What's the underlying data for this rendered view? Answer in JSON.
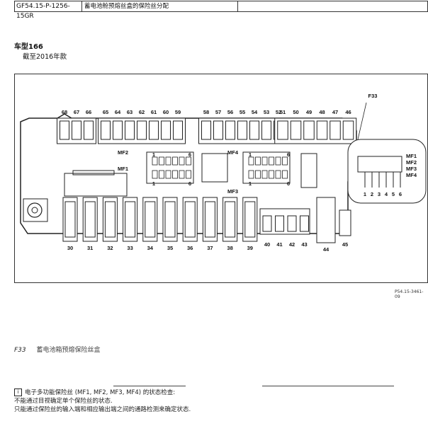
{
  "header": {
    "doc_code": "GF54.15-P-1256-15GR",
    "title": "蓄电池舱预熔丝盒的保险丝分配"
  },
  "vehicle": {
    "model": "车型166",
    "production": "截至2016年款"
  },
  "diagram": {
    "component_label": "F33",
    "figure_ref": "P54.15-3461-09",
    "top_row_1": [
      "68",
      "67",
      "66"
    ],
    "top_row_2": [
      "65",
      "64",
      "63",
      "62",
      "61",
      "60",
      "59"
    ],
    "top_row_3": [
      "58",
      "57",
      "56",
      "55",
      "54",
      "53",
      "52"
    ],
    "top_row_4": [
      "51",
      "50",
      "49",
      "48",
      "47",
      "46"
    ],
    "bottom_row_1": [
      "30",
      "31",
      "32",
      "33",
      "34",
      "35",
      "36",
      "37",
      "38",
      "39"
    ],
    "bottom_row_2": [
      "40",
      "41",
      "42",
      "43"
    ],
    "bottom_44": "44",
    "bottom_45": "45",
    "mf_left": {
      "mf2": "MF2",
      "mf1": "MF1",
      "pin_1": "1",
      "pin_6": "6"
    },
    "mf_right": {
      "mf4": "MF4",
      "mf3": "MF3",
      "pin_1": "1",
      "pin_6": "6"
    },
    "detail": {
      "mf1": "MF1",
      "mf2": "MF2",
      "mf3": "MF3",
      "mf4": "MF4",
      "pins": [
        "1",
        "2",
        "3",
        "4",
        "5",
        "6"
      ]
    }
  },
  "caption": {
    "id": "F33",
    "text": "蓄电池箱预熔保险丝盒"
  },
  "note": {
    "line1": "电子多功能保险丝 (MF1, MF2, MF3, MF4) 的状态检查:",
    "line2": "不能通过目视确定单个保险丝的状态.",
    "line3": "只能通过保险丝的输入端和相应输出端之间的通路检测来确定状态."
  }
}
